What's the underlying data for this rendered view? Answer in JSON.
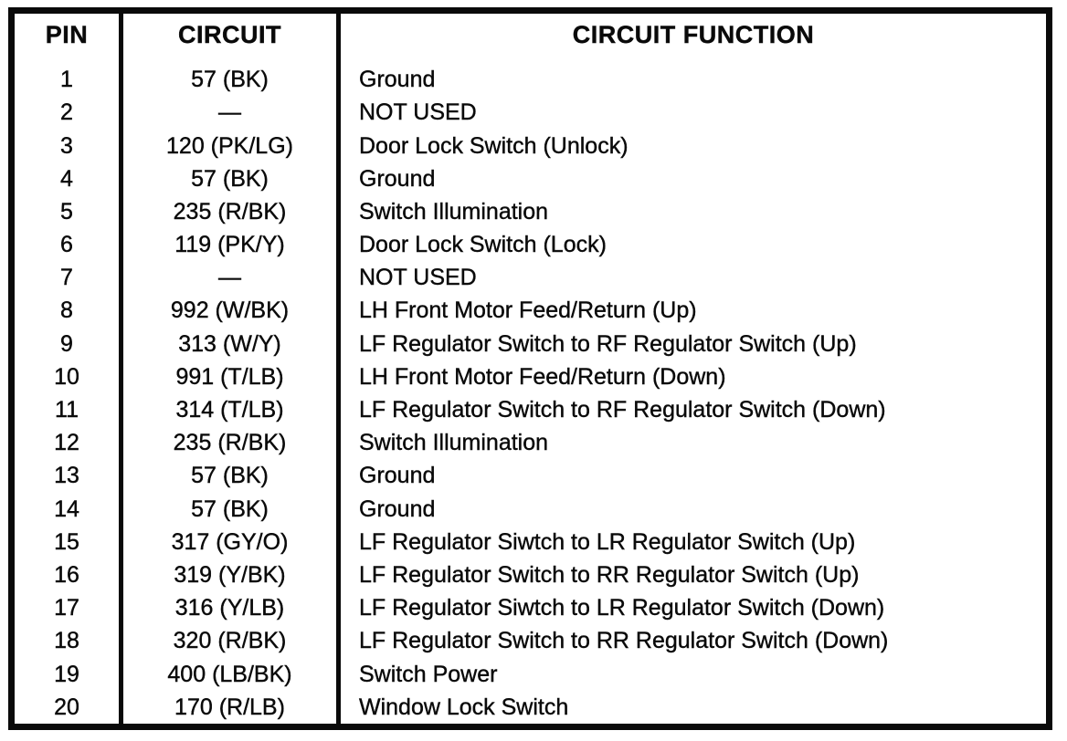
{
  "table": {
    "columns": [
      {
        "key": "pin",
        "label": "PIN"
      },
      {
        "key": "circuit",
        "label": "CIRCUIT"
      },
      {
        "key": "function",
        "label": "CIRCUIT FUNCTION"
      }
    ],
    "rows": [
      {
        "pin": "1",
        "circuit": "57 (BK)",
        "function": "Ground"
      },
      {
        "pin": "2",
        "circuit": "—",
        "function": "NOT USED"
      },
      {
        "pin": "3",
        "circuit": "120 (PK/LG)",
        "function": "Door Lock Switch (Unlock)"
      },
      {
        "pin": "4",
        "circuit": "57 (BK)",
        "function": "Ground"
      },
      {
        "pin": "5",
        "circuit": "235 (R/BK)",
        "function": "Switch Illumination"
      },
      {
        "pin": "6",
        "circuit": "119 (PK/Y)",
        "function": "Door Lock Switch (Lock)"
      },
      {
        "pin": "7",
        "circuit": "—",
        "function": "NOT USED"
      },
      {
        "pin": "8",
        "circuit": "992 (W/BK)",
        "function": "LH Front Motor Feed/Return (Up)"
      },
      {
        "pin": "9",
        "circuit": "313 (W/Y)",
        "function": "LF Regulator Switch to RF Regulator Switch (Up)"
      },
      {
        "pin": "10",
        "circuit": "991 (T/LB)",
        "function": "LH Front Motor Feed/Return (Down)"
      },
      {
        "pin": "11",
        "circuit": "314 (T/LB)",
        "function": "LF Regulator Switch to RF Regulator Switch (Down)"
      },
      {
        "pin": "12",
        "circuit": "235 (R/BK)",
        "function": "Switch Illumination"
      },
      {
        "pin": "13",
        "circuit": "57 (BK)",
        "function": "Ground"
      },
      {
        "pin": "14",
        "circuit": "57 (BK)",
        "function": "Ground"
      },
      {
        "pin": "15",
        "circuit": "317 (GY/O)",
        "function": "LF Regulator Siwtch to LR Regulator Switch (Up)"
      },
      {
        "pin": "16",
        "circuit": "319 (Y/BK)",
        "function": "LF Regulator Switch to RR Regulator Switch (Up)"
      },
      {
        "pin": "17",
        "circuit": "316 (Y/LB)",
        "function": "LF Regulator Siwtch to LR Regulator Switch (Down)"
      },
      {
        "pin": "18",
        "circuit": "320 (R/BK)",
        "function": "LF Regulator Switch to RR Regulator Switch (Down)"
      },
      {
        "pin": "19",
        "circuit": "400 (LB/BK)",
        "function": "Switch Power"
      },
      {
        "pin": "20",
        "circuit": "170 (R/LB)",
        "function": "Window Lock Switch"
      }
    ],
    "colors": {
      "ink": "#0a0a0a",
      "paper": "#ffffff"
    }
  }
}
